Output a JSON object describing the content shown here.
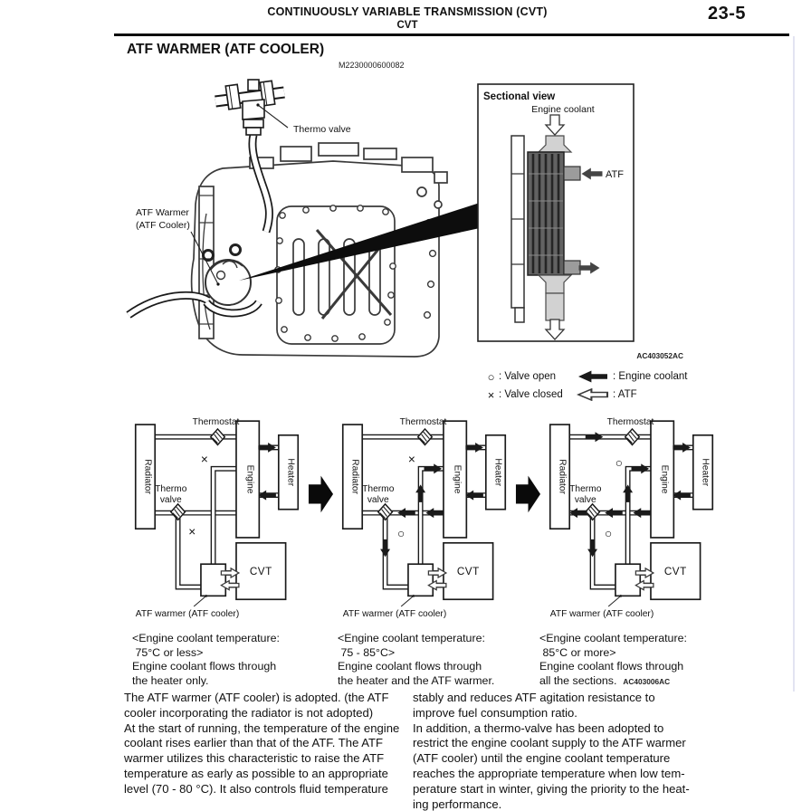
{
  "header": {
    "title": "CONTINUOUSLY VARIABLE TRANSMISSION (CVT)",
    "subtitle": "CVT",
    "page_number": "23-5"
  },
  "section": {
    "title": "ATF WARMER (ATF COOLER)",
    "code": "M2230000600082"
  },
  "main_figure": {
    "thermo_valve_label": "Thermo valve",
    "atf_warmer_label_line1": "ATF Warmer",
    "atf_warmer_label_line2": "(ATF Cooler)",
    "sectional_view": {
      "title": "Sectional view",
      "engine_coolant_label": "Engine coolant",
      "atf_label": "ATF",
      "figure_code": "AC403052AC"
    }
  },
  "legend": {
    "valve_open_symbol": "○",
    "valve_open_label": ": Valve open",
    "valve_closed_symbol": "×",
    "valve_closed_label": ": Valve closed",
    "engine_coolant_label": ": Engine coolant",
    "atf_label": ": ATF"
  },
  "schematics": {
    "labels": {
      "thermostat": "Thermostat",
      "radiator": "Radiator",
      "thermo_line1": "Thermo",
      "thermo_line2": "valve",
      "engine": "Engine",
      "heater": "Heater",
      "cvt": "CVT",
      "atf_warmer": "ATF warmer (ATF cooler)"
    },
    "figure_code": "AC403006AC",
    "diagrams": [
      {
        "thermostat_state": "closed",
        "thermo_valve_state": "closed",
        "thermostat_mark": "×",
        "thermo_valve_mark": "×",
        "caption": "<Engine coolant temperature:\n 75°C or less>\nEngine coolant flows through\nthe heater only."
      },
      {
        "thermostat_state": "closed",
        "thermo_valve_state": "open",
        "thermostat_mark": "×",
        "thermo_valve_mark": "○",
        "caption": "<Engine coolant temperature:\n 75 - 85°C>\nEngine coolant flows through\nthe heater and the ATF warmer."
      },
      {
        "thermostat_state": "open",
        "thermo_valve_state": "open",
        "thermostat_mark": "○",
        "thermo_valve_mark": "○",
        "caption": "<Engine coolant temperature:\n 85°C or more>\nEngine coolant flows through\nall the sections."
      }
    ]
  },
  "body": {
    "column_left": "The ATF warmer (ATF cooler) is adopted. (the ATF\ncooler incorporating the radiator is not adopted)\nAt the start of running, the temperature of the engine\ncoolant rises earlier than that of the ATF. The ATF\nwarmer utilizes this characteristic to raise the ATF\ntemperature as early as possible to an appropriate\nlevel (70 - 80 °C). It also controls fluid temperature",
    "column_right": "stably and reduces ATF agitation resistance to\nimprove fuel consumption ratio.\nIn addition, a thermo-valve has been adopted to\nrestrict the engine coolant supply to the ATF warmer\n(ATF cooler) until the engine coolant temperature\nreaches the appropriate temperature when low tem-\nperature start in winter, giving the priority to the heat-\ning performance."
  }
}
